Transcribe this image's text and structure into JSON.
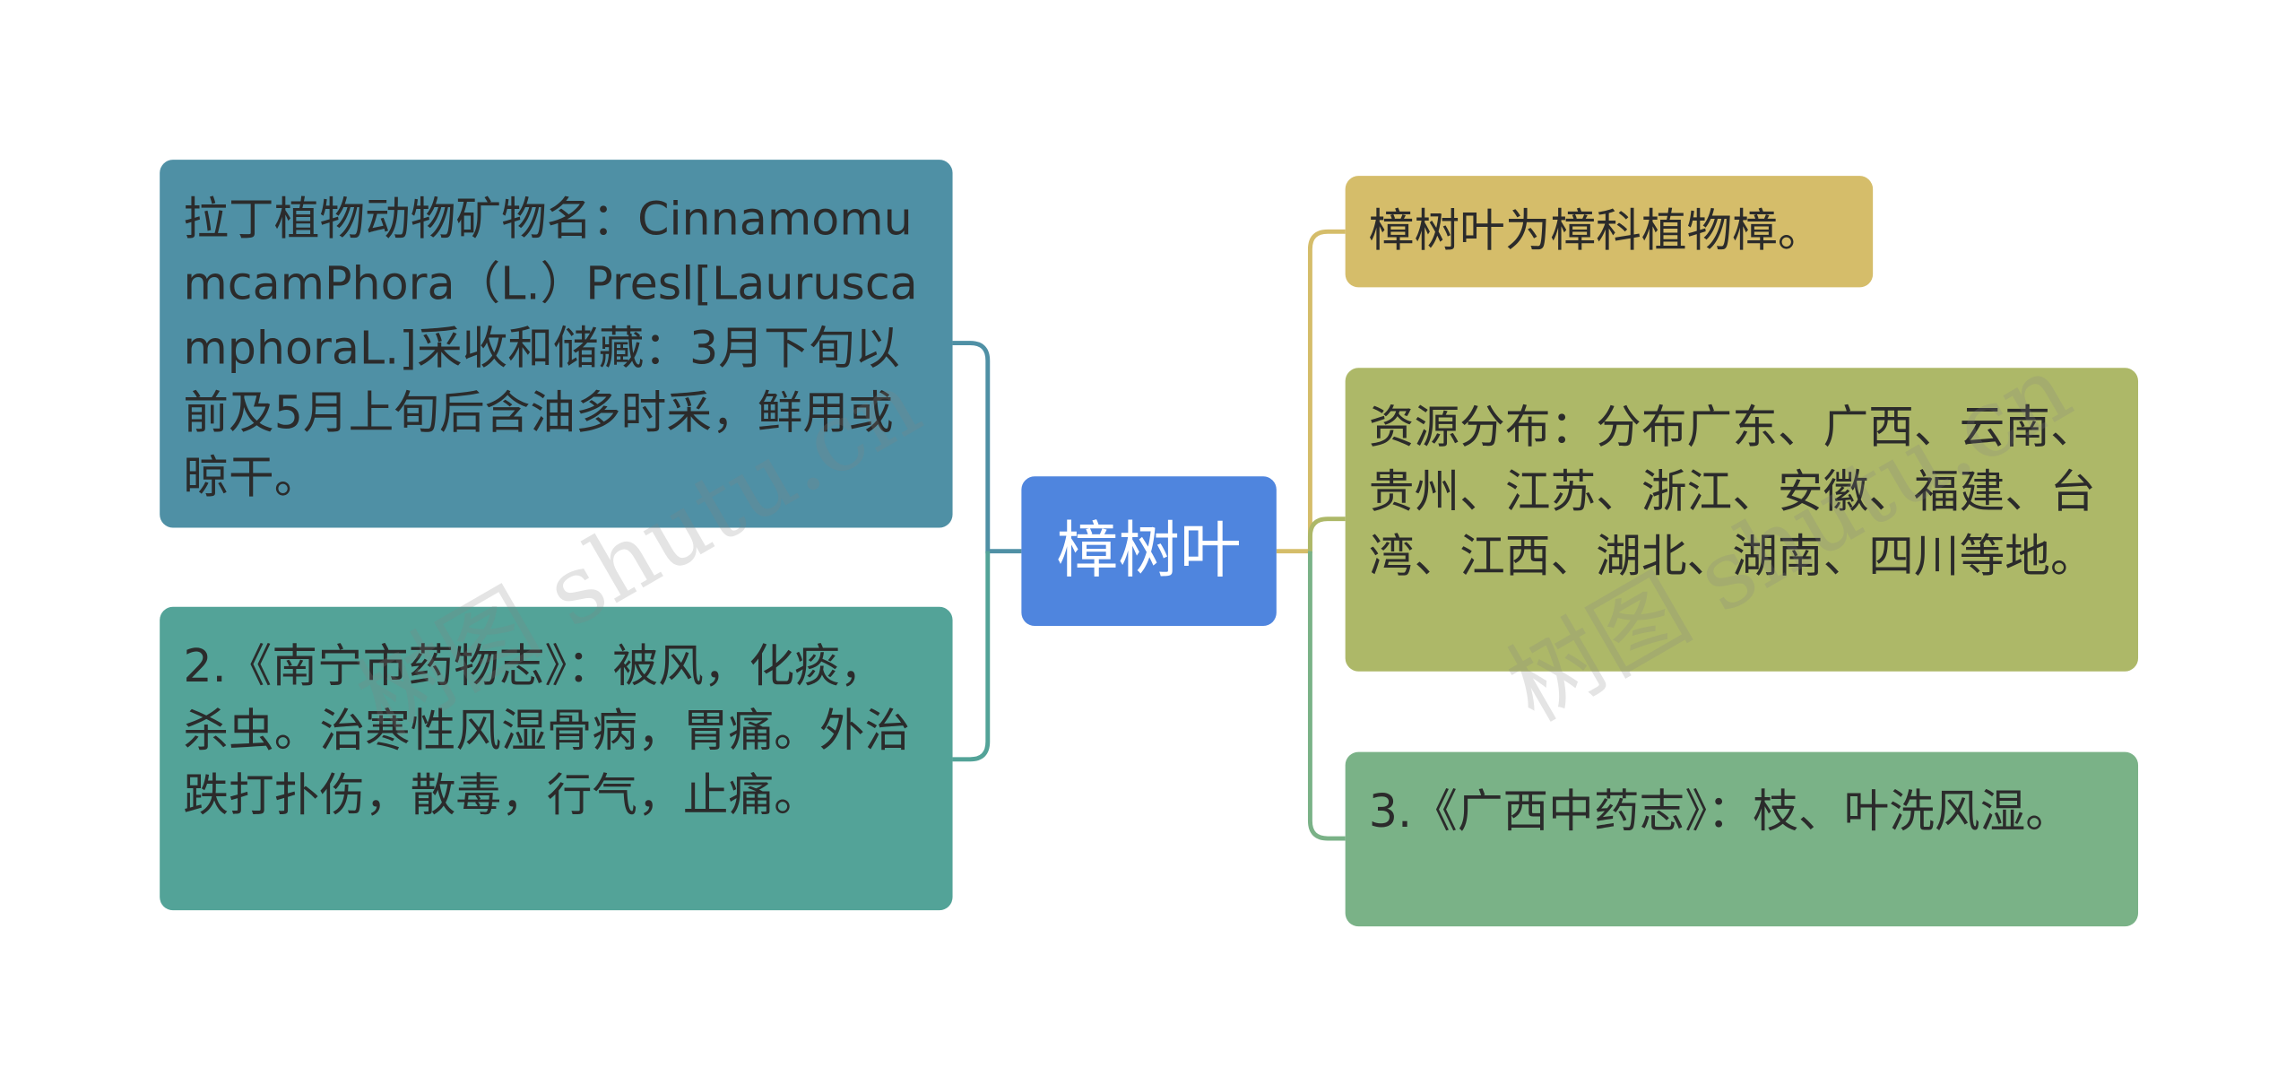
{
  "mindmap": {
    "central": "樟树叶",
    "left": [
      {
        "text": "拉丁植物动物矿物名：CinnamomumcamPhora（L.）Presl[LauruscamphoraL.]采收和储藏：3月下旬以前及5月上旬后含油多时采，鲜用或晾干。",
        "color": "#4f90a5"
      },
      {
        "text": "2.《南宁市药物志》：被风，化痰，杀虫。治寒性风湿骨病，胃痛。外治跌打扑伤，散毒，行气，止痛。",
        "color": "#53a398"
      }
    ],
    "right": [
      {
        "text": "樟树叶为樟科植物樟。",
        "color": "#d5bd6a"
      },
      {
        "text": "资源分布：分布广东、广西、云南、贵州、江苏、浙江、安徽、福建、台湾、江西、湖北、湖南、四川等地。",
        "color": "#adb868"
      },
      {
        "text": "3.《广西中药志》：枝、叶洗风湿。",
        "color": "#7ab287"
      }
    ]
  },
  "watermark": "树图 shutu.cn",
  "colors": {
    "central": "#4f85de",
    "connector_left_1": "#4f90a5",
    "connector_left_2": "#53a398",
    "connector_right_1": "#d5bd6a",
    "connector_right_2": "#adb868",
    "connector_right_3": "#7ab287"
  }
}
